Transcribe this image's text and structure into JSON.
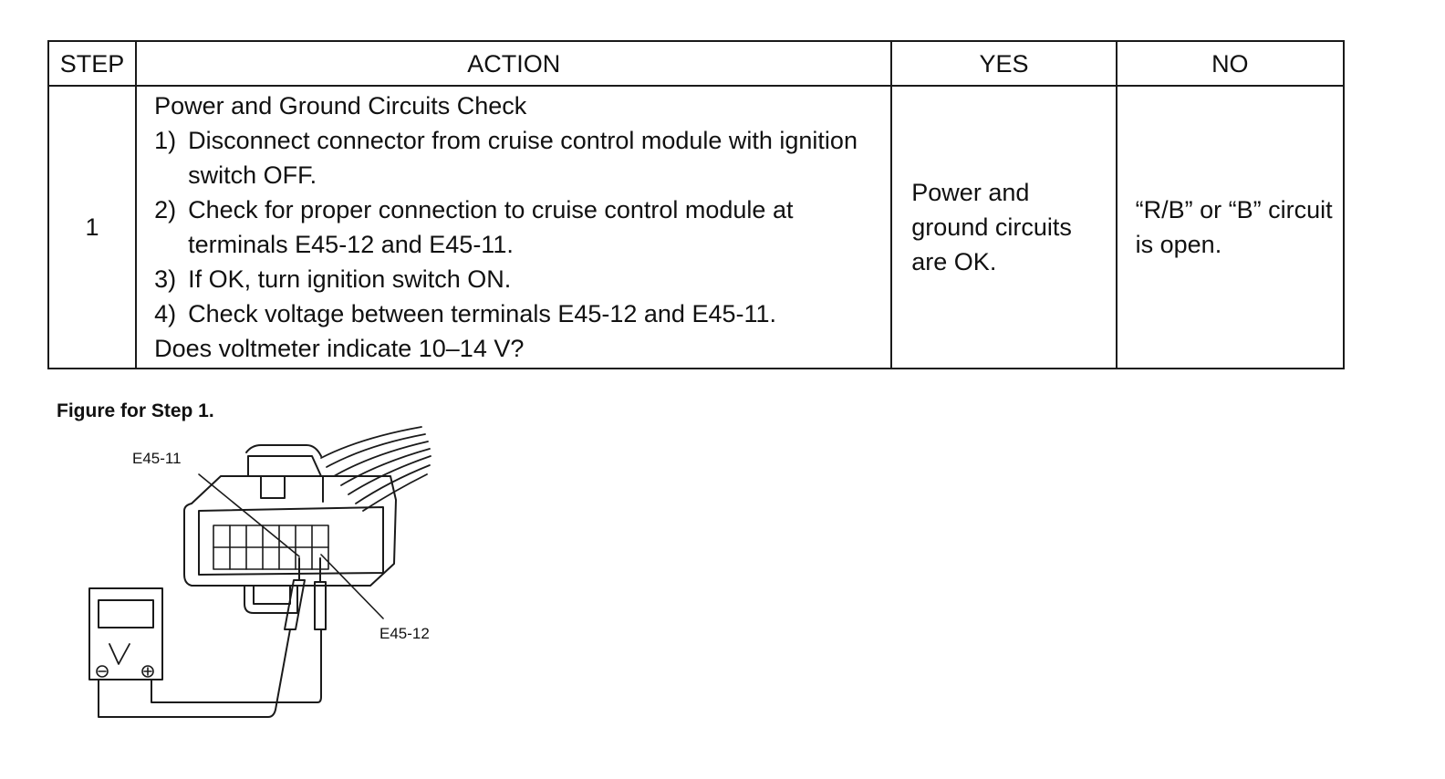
{
  "table": {
    "headers": {
      "step": "STEP",
      "action": "ACTION",
      "yes": "YES",
      "no": "NO"
    },
    "rows": [
      {
        "step": "1",
        "action_title": "Power and Ground Circuits Check",
        "action_items": [
          {
            "num": "1)",
            "text": "Disconnect connector from cruise control module with ignition switch OFF."
          },
          {
            "num": "2)",
            "text": "Check for proper connection to cruise control module at terminals E45-12 and E45-11."
          },
          {
            "num": "3)",
            "text": "If OK, turn ignition switch ON."
          },
          {
            "num": "4)",
            "text": "Check voltage between terminals E45-12 and E45-11."
          }
        ],
        "action_question": "Does voltmeter indicate 10–14 V?",
        "yes": "Power and ground circuits are OK.",
        "no": "“R/B” or “B” circuit is open."
      }
    ]
  },
  "figure": {
    "caption": "Figure for Step 1.",
    "labels": {
      "terminal_11": "E45-11",
      "terminal_12": "E45-12",
      "meter_symbol": "V",
      "negative_symbol": "⊖",
      "positive_symbol": "⊕"
    }
  }
}
